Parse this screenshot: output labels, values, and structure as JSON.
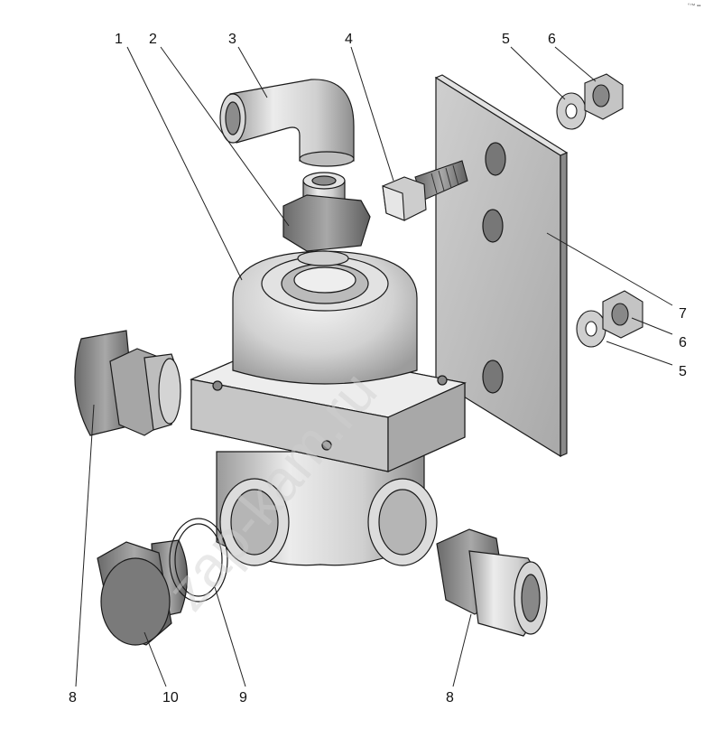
{
  "callouts": [
    {
      "id": "c1",
      "label": "1"
    },
    {
      "id": "c2",
      "label": "2"
    },
    {
      "id": "c3",
      "label": "3"
    },
    {
      "id": "c4",
      "label": "4"
    },
    {
      "id": "c5a",
      "label": "5"
    },
    {
      "id": "c6a",
      "label": "6"
    },
    {
      "id": "c7",
      "label": "7"
    },
    {
      "id": "c6b",
      "label": "6"
    },
    {
      "id": "c5b",
      "label": "5"
    },
    {
      "id": "c8a",
      "label": "8"
    },
    {
      "id": "c10",
      "label": "10"
    },
    {
      "id": "c9",
      "label": "9"
    },
    {
      "id": "c8b",
      "label": "8"
    }
  ],
  "watermark": "zap-kam.ru",
  "corner_mark": "°™ ▪▪",
  "colors": {
    "metal_light": "#e6e6e6",
    "metal_mid": "#c4c4c4",
    "metal_dark": "#8c8c8c",
    "outline": "#1a1a1a"
  }
}
